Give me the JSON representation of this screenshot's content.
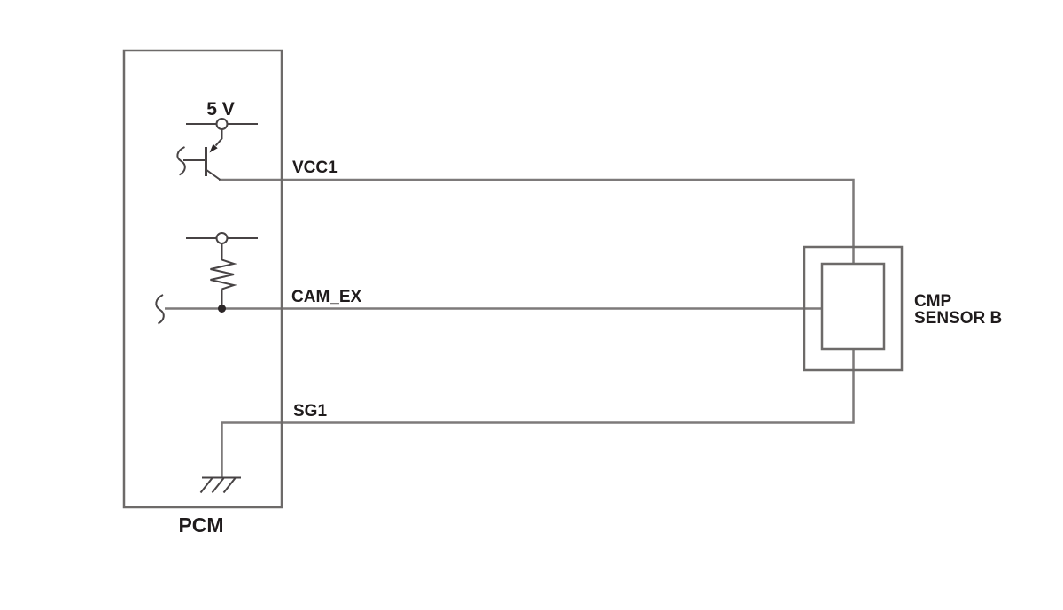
{
  "diagram": {
    "pcm": {
      "label": "PCM"
    },
    "supply": {
      "label": "5 V"
    },
    "wires": [
      {
        "id": "vcc1",
        "label": "VCC1"
      },
      {
        "id": "cam_ex",
        "label": "CAM_EX"
      },
      {
        "id": "sg1",
        "label": "SG1"
      }
    ],
    "sensor": {
      "label_line1": "CMP",
      "label_line2": "SENSOR B"
    },
    "symbols": {
      "supply_terminal": "terminal-circle",
      "transistor": "pnp-transistor",
      "resistor": "pullup-resistor",
      "junction": "junction-dot",
      "ground": "chassis-ground",
      "wire_break": "wire-break-squiggle"
    },
    "colors": {
      "wire": "#7d7a7a",
      "box": "#6d6a69",
      "component": "#474344",
      "dark": "#2b2627",
      "text": "#1f1b1c",
      "background": "#ffffff"
    }
  }
}
